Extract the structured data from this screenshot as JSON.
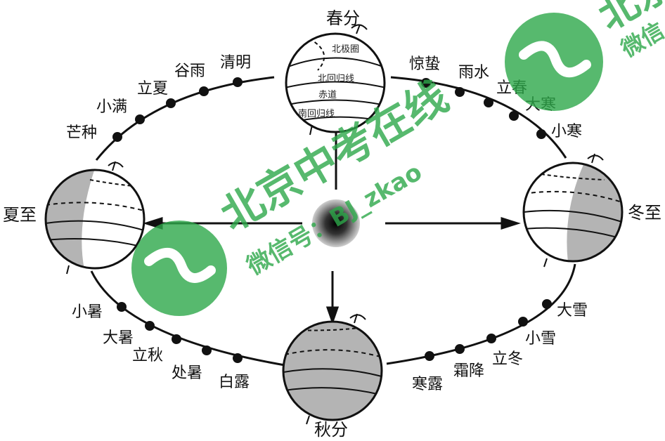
{
  "seasons": {
    "spring_equinox": "春分",
    "summer_solstice": "夏至",
    "autumn_equinox": "秋分",
    "winter_solstice": "冬至"
  },
  "solar_terms": {
    "mangzhong": "芒种",
    "xiaoman": "小满",
    "lixia": "立夏",
    "guyu": "谷雨",
    "qingming": "清明",
    "jingzhe": "惊蛰",
    "yushui": "雨水",
    "lichun": "立春",
    "dahan": "大寒",
    "xiaohan": "小寒",
    "xiaoshu": "小暑",
    "dashu": "大暑",
    "liqiu": "立秋",
    "chushu": "处暑",
    "bailu": "白露",
    "hanlu": "寒露",
    "shuangjiang": "霜降",
    "lidong": "立冬",
    "xiaoxue": "小雪",
    "daxue": "大雪"
  },
  "globe_labels": {
    "arctic_circle": "北极圈",
    "tropic_of_cancer": "北回归线",
    "equator": "赤道",
    "tropic_of_capricorn": "南回归线"
  },
  "watermark": {
    "brand": "北京中考在线",
    "sub": "微信号：BJ_zkao",
    "corner_brand": "北京",
    "corner_sub": "微信"
  },
  "colors": {
    "shade": "#b4b4b4",
    "line": "#111111",
    "watermark_green": "#2ea84a"
  }
}
